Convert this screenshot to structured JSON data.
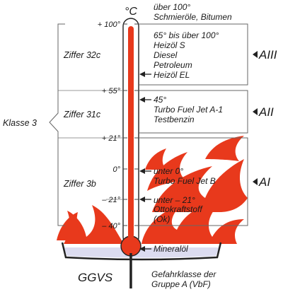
{
  "unit": "°C",
  "scale": {
    "ticks": [
      "+ 100°",
      "+ 55°",
      "+ 21°",
      "0°",
      "– 21°",
      "– 40°"
    ]
  },
  "left": {
    "classe": "Klasse 3",
    "groups": [
      "Ziffer 32c",
      "Ziffer 31c",
      "Ziffer 3b"
    ]
  },
  "right": {
    "top_note": [
      "über 100°",
      "Schmieröle, Bitumen"
    ],
    "groups": [
      {
        "class": "AIII",
        "lines": [
          "65° bis über 100°",
          "Heizöl S",
          "Diesel",
          "Petroleum",
          "Heizöl EL"
        ]
      },
      {
        "class": "AII",
        "lines": [
          "45°",
          "Turbo Fuel Jet A-1",
          "Testbenzin"
        ]
      },
      {
        "class": "AI",
        "lines": [
          "unter 0°",
          "Turbo Fuel Jet B",
          "unter – 21°",
          "Ottokraftstoff",
          "(Ok)"
        ]
      }
    ]
  },
  "bottom": {
    "mineral": "Mineralöl",
    "left_label": "GGVS",
    "right_label": [
      "Gefahrklasse der",
      "Gruppe A (VbF)"
    ]
  },
  "colors": {
    "flame": "#e8391c",
    "mercury": "#e8391c",
    "line": "#444444",
    "liquid": "#dcdcf0"
  },
  "icons": [
    "thermometer-icon",
    "flame-icon",
    "arrow-left-icon",
    "arrow-right-icon"
  ]
}
